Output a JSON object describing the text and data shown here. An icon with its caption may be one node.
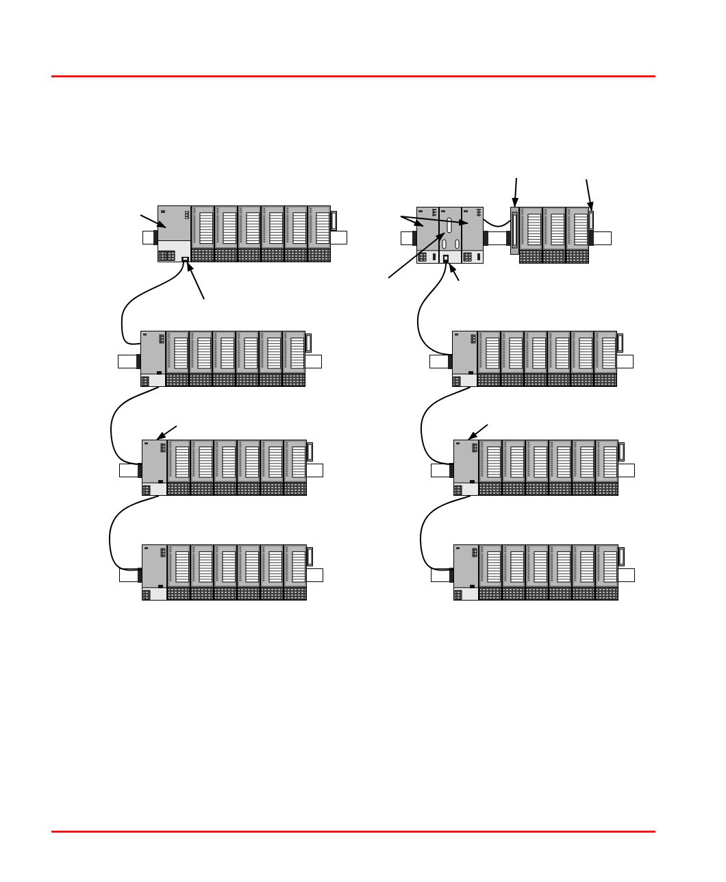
{
  "diagram": {
    "nodes": [
      {
        "text": [],
        "shape": "picture"
      },
      {
        "text": [],
        "shape": "picture"
      },
      {
        "text": [],
        "shape": "picture"
      },
      {
        "text": [],
        "shape": "picture"
      },
      {
        "text": [],
        "shape": "picture"
      },
      {
        "text": [],
        "shape": "picture"
      },
      {
        "text": [],
        "shape": "picture"
      },
      {
        "text": [],
        "shape": "picture"
      },
      {
        "text": [],
        "shape": "picture"
      }
    ],
    "edges": [
      {
        "from": 0,
        "to": 3,
        "arrow": "none"
      },
      {
        "from": 3,
        "to": 5,
        "arrow": "none"
      },
      {
        "from": 5,
        "to": 7,
        "arrow": "none"
      },
      {
        "from": 1,
        "to": 4,
        "arrow": "none"
      },
      {
        "from": 1,
        "to": 2,
        "arrow": "none"
      },
      {
        "from": 4,
        "to": 6,
        "arrow": "none"
      },
      {
        "from": 6,
        "to": 8,
        "arrow": "none"
      },
      {
        "from": null,
        "to": 0,
        "arrow": "to"
      },
      {
        "from": null,
        "to": 0,
        "arrow": "to"
      },
      {
        "from": null,
        "to": 1,
        "arrow": "to"
      },
      {
        "from": null,
        "to": 1,
        "arrow": "to"
      },
      {
        "from": null,
        "to": 1,
        "arrow": "to"
      },
      {
        "from": null,
        "to": 1,
        "arrow": "to"
      },
      {
        "from": null,
        "to": 2,
        "arrow": "to"
      },
      {
        "from": null,
        "to": 2,
        "arrow": "to"
      },
      {
        "from": null,
        "to": 5,
        "arrow": "to"
      },
      {
        "from": null,
        "to": 6,
        "arrow": "to"
      }
    ]
  }
}
